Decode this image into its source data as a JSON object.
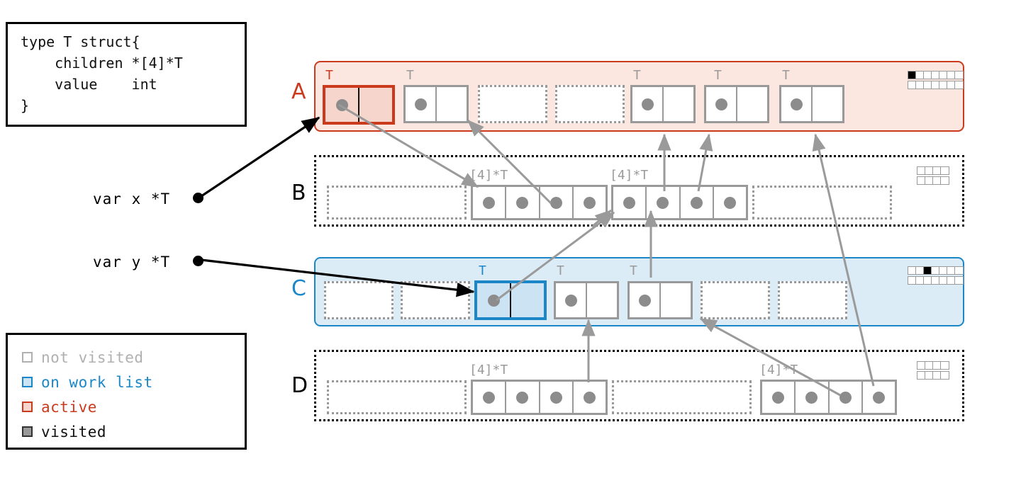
{
  "code_box": {
    "text": "type T struct{\n    children *[4]*T\n    value    int\n}"
  },
  "legend": {
    "items": [
      {
        "label": "not visited",
        "color": "#b0b0b0",
        "fill": "#ffffff"
      },
      {
        "label": "on work list",
        "color": "#1b87c9",
        "fill": "#cbe3f3"
      },
      {
        "label": "active",
        "color": "#cc3a1e",
        "fill": "#f6d5cc"
      },
      {
        "label": "visited",
        "color": "#333333",
        "fill": "#9a9a9a"
      }
    ]
  },
  "variables": [
    {
      "name": "var x *T",
      "target": "row-a-cell-0"
    },
    {
      "name": "var y *T",
      "target": "row-c-cell-2"
    }
  ],
  "rows": [
    {
      "id": "A",
      "letter": "A",
      "letter_color": "#cc3a1e",
      "style": "solid-red",
      "bitmap": {
        "cols": 7,
        "rows": 2,
        "marked": [
          0
        ]
      },
      "cells": [
        {
          "kind": "active",
          "type_label": "T",
          "label_color": "red",
          "has_dot": true
        },
        {
          "kind": "normal",
          "type_label": "T",
          "label_color": "gray",
          "has_dot": true
        },
        {
          "kind": "empty",
          "type_label": "",
          "label_color": "gray",
          "has_dot": false
        },
        {
          "kind": "empty",
          "type_label": "",
          "label_color": "gray",
          "has_dot": false
        },
        {
          "kind": "normal",
          "type_label": "T",
          "label_color": "gray",
          "has_dot": true
        },
        {
          "kind": "normal",
          "type_label": "T",
          "label_color": "gray",
          "has_dot": true
        },
        {
          "kind": "normal",
          "type_label": "T",
          "label_color": "gray",
          "has_dot": true
        }
      ]
    },
    {
      "id": "B",
      "letter": "B",
      "letter_color": "#000000",
      "style": "dotted",
      "bitmap": {
        "cols": 4,
        "rows": 2,
        "marked": []
      },
      "arrays": [
        {
          "kind": "empty",
          "label": "",
          "slots": 1,
          "dots": []
        },
        {
          "kind": "normal",
          "label": "[4]*T",
          "slots": 4,
          "dots": [
            true,
            true,
            true,
            true
          ]
        },
        {
          "kind": "normal",
          "label": "[4]*T",
          "slots": 4,
          "dots": [
            true,
            true,
            true,
            true
          ]
        },
        {
          "kind": "empty",
          "label": "",
          "slots": 1,
          "dots": []
        }
      ]
    },
    {
      "id": "C",
      "letter": "C",
      "letter_color": "#1b87c9",
      "style": "solid-blue",
      "bitmap": {
        "cols": 7,
        "rows": 2,
        "marked": [
          2
        ]
      },
      "cells": [
        {
          "kind": "empty",
          "type_label": "",
          "label_color": "gray",
          "has_dot": false
        },
        {
          "kind": "empty",
          "type_label": "",
          "label_color": "gray",
          "has_dot": false
        },
        {
          "kind": "worklist",
          "type_label": "T",
          "label_color": "blue",
          "has_dot": true
        },
        {
          "kind": "normal",
          "type_label": "T",
          "label_color": "gray",
          "has_dot": true
        },
        {
          "kind": "normal",
          "type_label": "T",
          "label_color": "gray",
          "has_dot": true
        },
        {
          "kind": "empty",
          "type_label": "",
          "label_color": "gray",
          "has_dot": false
        },
        {
          "kind": "empty",
          "type_label": "",
          "label_color": "gray",
          "has_dot": false
        }
      ]
    },
    {
      "id": "D",
      "letter": "D",
      "letter_color": "#000000",
      "style": "dotted",
      "bitmap": {
        "cols": 4,
        "rows": 2,
        "marked": []
      },
      "arrays": [
        {
          "kind": "empty",
          "label": "",
          "slots": 1,
          "dots": []
        },
        {
          "kind": "normal",
          "label": "[4]*T",
          "slots": 4,
          "dots": [
            true,
            true,
            true,
            true
          ]
        },
        {
          "kind": "empty",
          "label": "",
          "slots": 1,
          "dots": []
        },
        {
          "kind": "normal",
          "label": "[4]*T",
          "slots": 4,
          "dots": [
            true,
            true,
            true,
            true
          ]
        }
      ]
    }
  ],
  "colors": {
    "active": "#cc3a1e",
    "active_fill": "#f6d5cc",
    "worklist": "#1b87c9",
    "worklist_fill": "#cbe3f3",
    "not_visited": "#9a9a9a",
    "visited": "#333333",
    "pointer_arrow": "#9a9a9a",
    "var_arrow": "#000000"
  }
}
